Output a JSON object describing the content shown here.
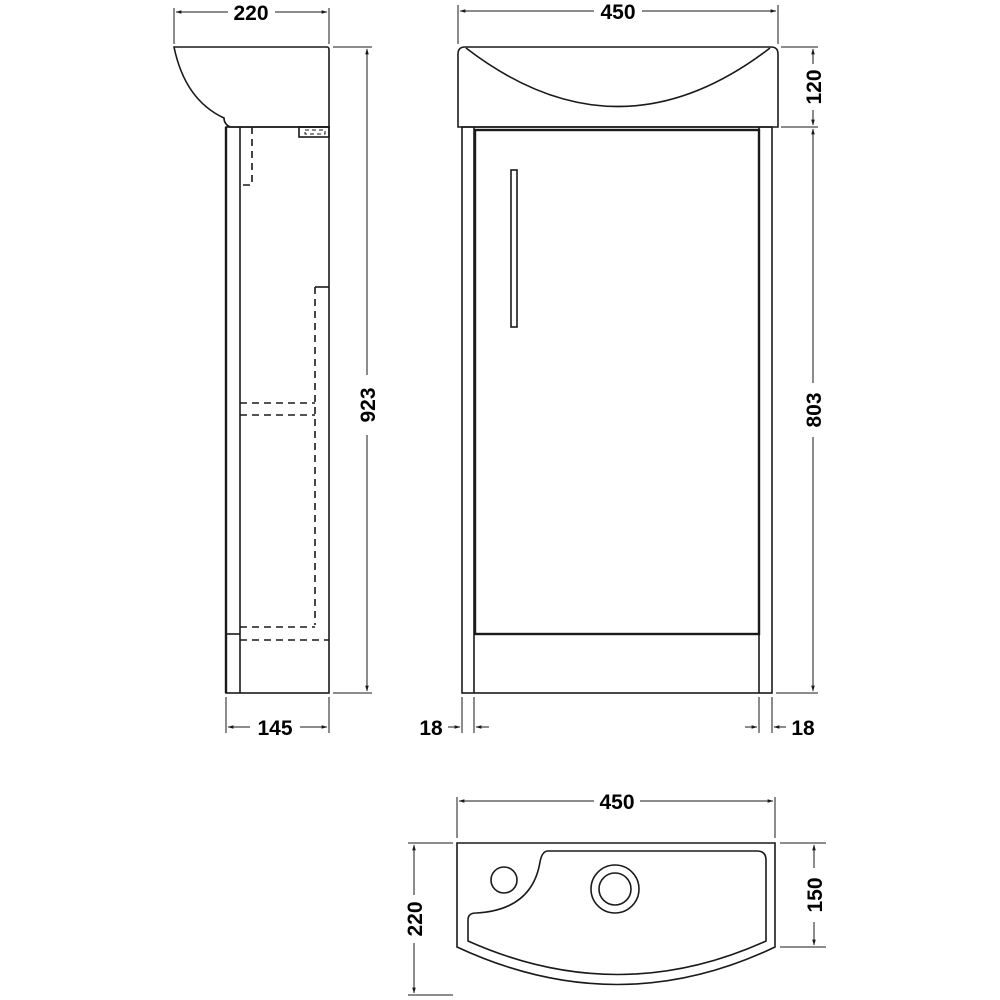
{
  "drawing": {
    "type": "technical-dimension-drawing",
    "subject": "Compact vanity unit with basin",
    "units": "mm",
    "line_color": "#1a1a1a",
    "background": "#ffffff"
  },
  "side_view": {
    "overall_depth_label": "220",
    "cabinet_depth_label": "145",
    "overall_height_label": "923"
  },
  "front_view": {
    "overall_width_label": "450",
    "basin_height_label": "120",
    "cabinet_height_label": "803",
    "left_panel_thickness_label": "18",
    "right_panel_thickness_label": "18"
  },
  "plan_view": {
    "width_label": "450",
    "depth_label": "220",
    "basin_side_depth_label": "150"
  }
}
